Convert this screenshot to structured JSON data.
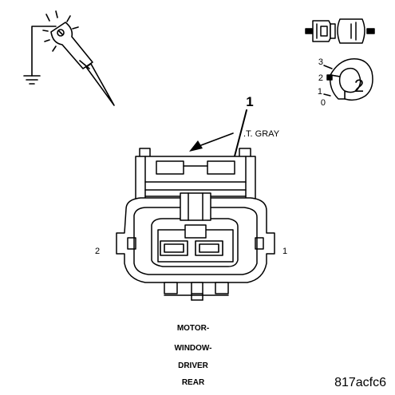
{
  "diagram": {
    "callout_number": "1",
    "wire_color_label": ".T. GRAY",
    "cavity_left": "2",
    "cavity_right": "1",
    "connector_view": "2",
    "position_numbers": [
      "3",
      "2",
      "1",
      "0"
    ],
    "caption": [
      "MOTOR-",
      "WINDOW-",
      "DRIVER",
      "REAR"
    ],
    "figure_id": "817acfc6"
  },
  "colors": {
    "ink": "#000000",
    "background": "#ffffff"
  }
}
